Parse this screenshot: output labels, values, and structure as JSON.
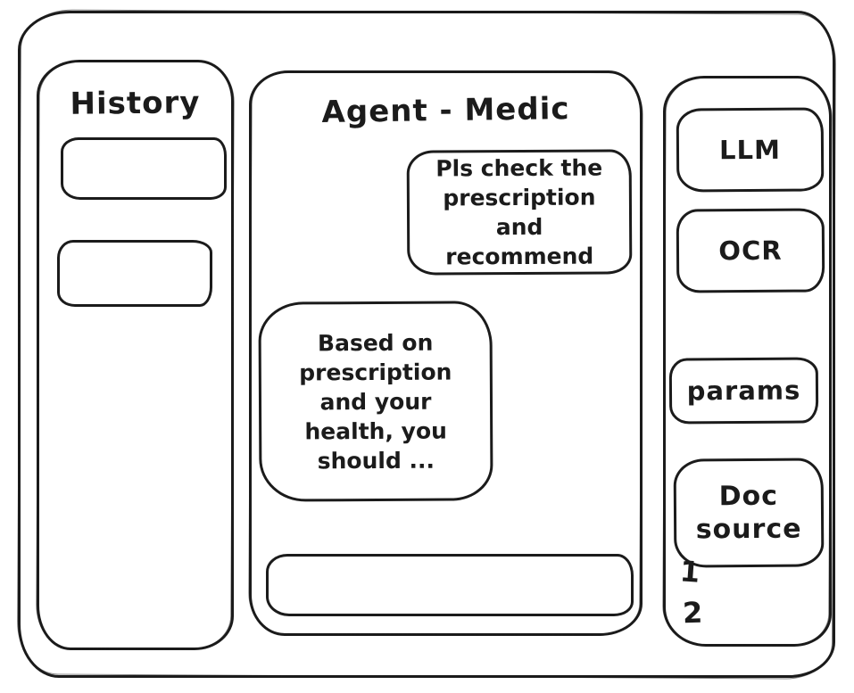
{
  "window": {
    "ink_color": "#1b1b1b",
    "background_color": "#ffffff"
  },
  "history": {
    "title": "History",
    "items": [
      {
        "label": ""
      },
      {
        "label": ""
      }
    ]
  },
  "chat": {
    "title": "Agent - Medic",
    "messages": [
      {
        "role": "user",
        "text": "Pls check the prescription and recommend"
      },
      {
        "role": "assistant",
        "text": "Based on prescription and your health, you should ..."
      }
    ],
    "input": {
      "value": "",
      "placeholder": ""
    }
  },
  "tools": {
    "buttons": [
      {
        "label": "LLM"
      },
      {
        "label": "OCR"
      },
      {
        "label": "params"
      },
      {
        "label": "Doc source"
      }
    ],
    "doc_sources": [
      "1",
      "2"
    ]
  }
}
